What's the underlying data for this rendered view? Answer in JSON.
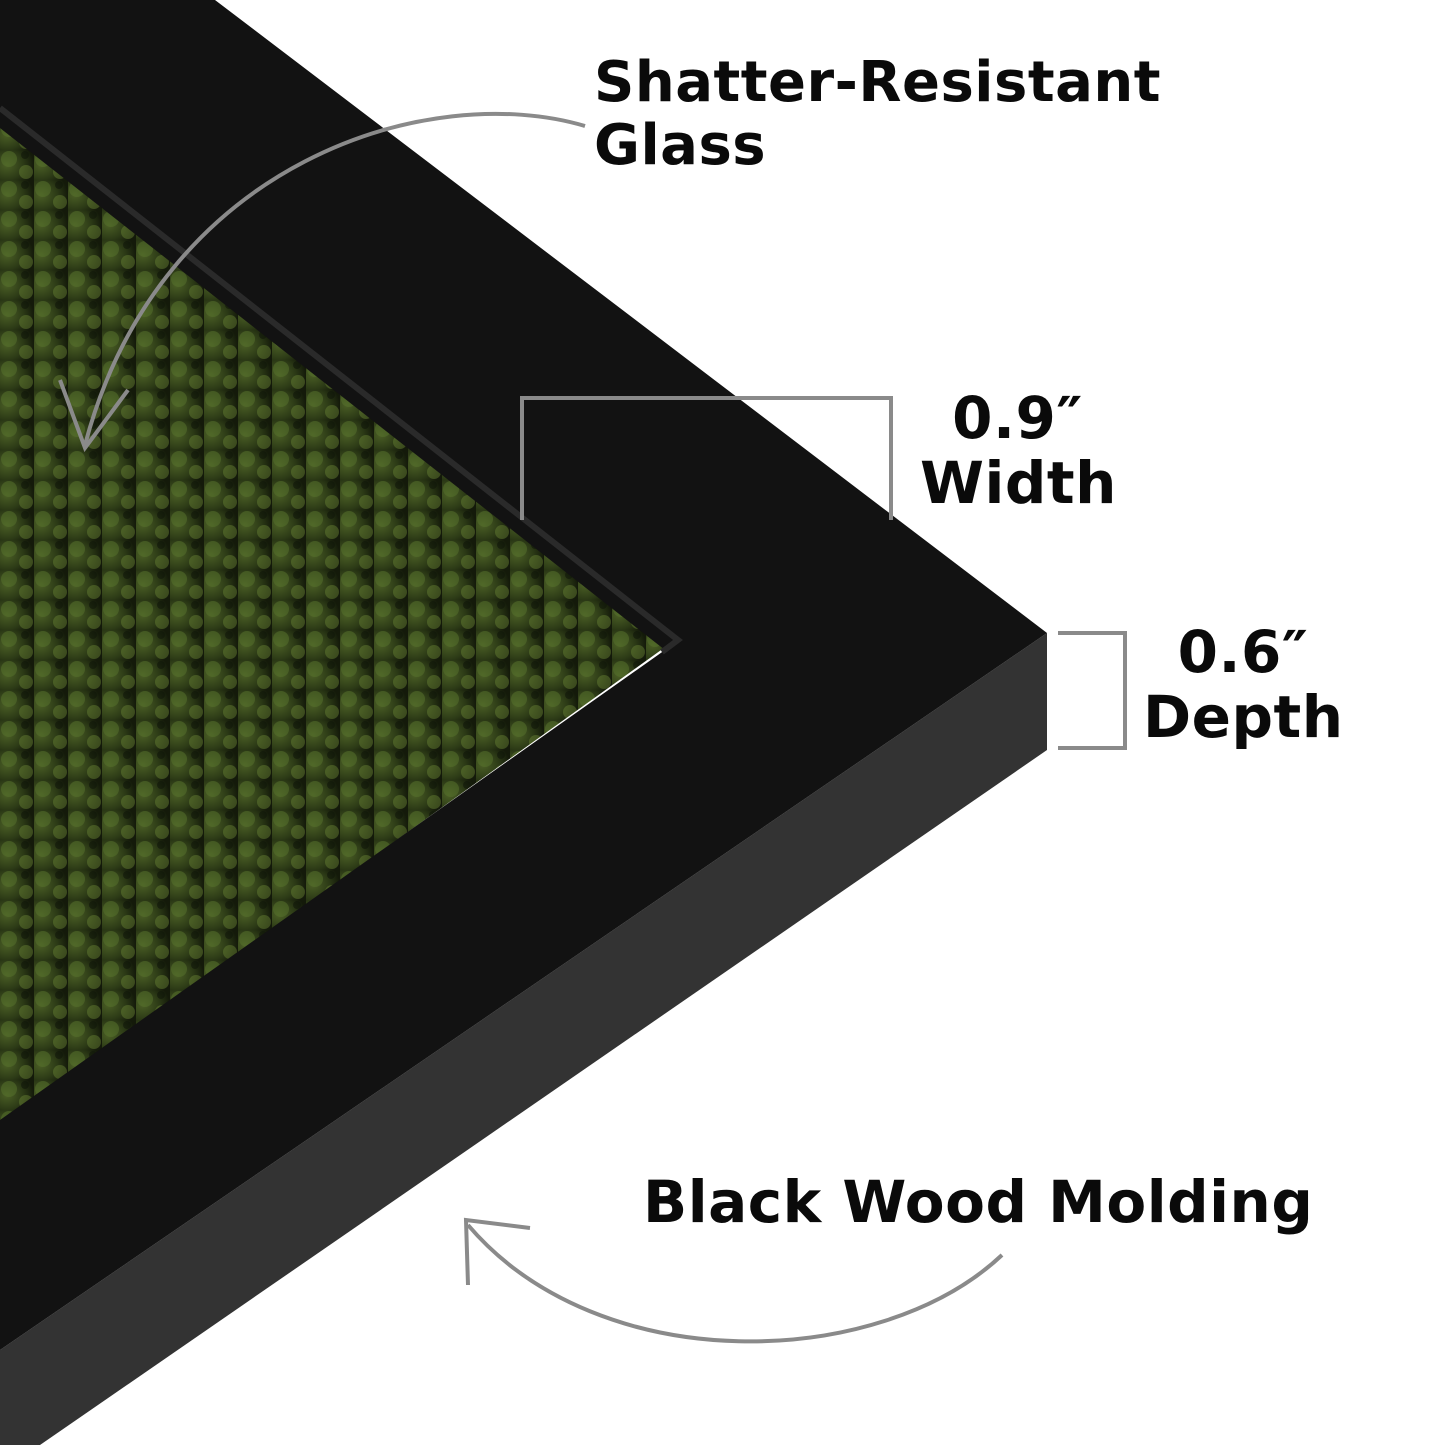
{
  "labels": {
    "glass": [
      "Shatter-Resistant",
      "Glass"
    ],
    "width": [
      "0.9″",
      "Width"
    ],
    "depth": [
      "0.6″",
      "Depth"
    ],
    "molding": "Black Wood Molding"
  },
  "colors": {
    "frame_face": "#121212",
    "frame_side": "#333333",
    "annotation_line": "#8a8a8a",
    "forest": "#2f3d18"
  }
}
